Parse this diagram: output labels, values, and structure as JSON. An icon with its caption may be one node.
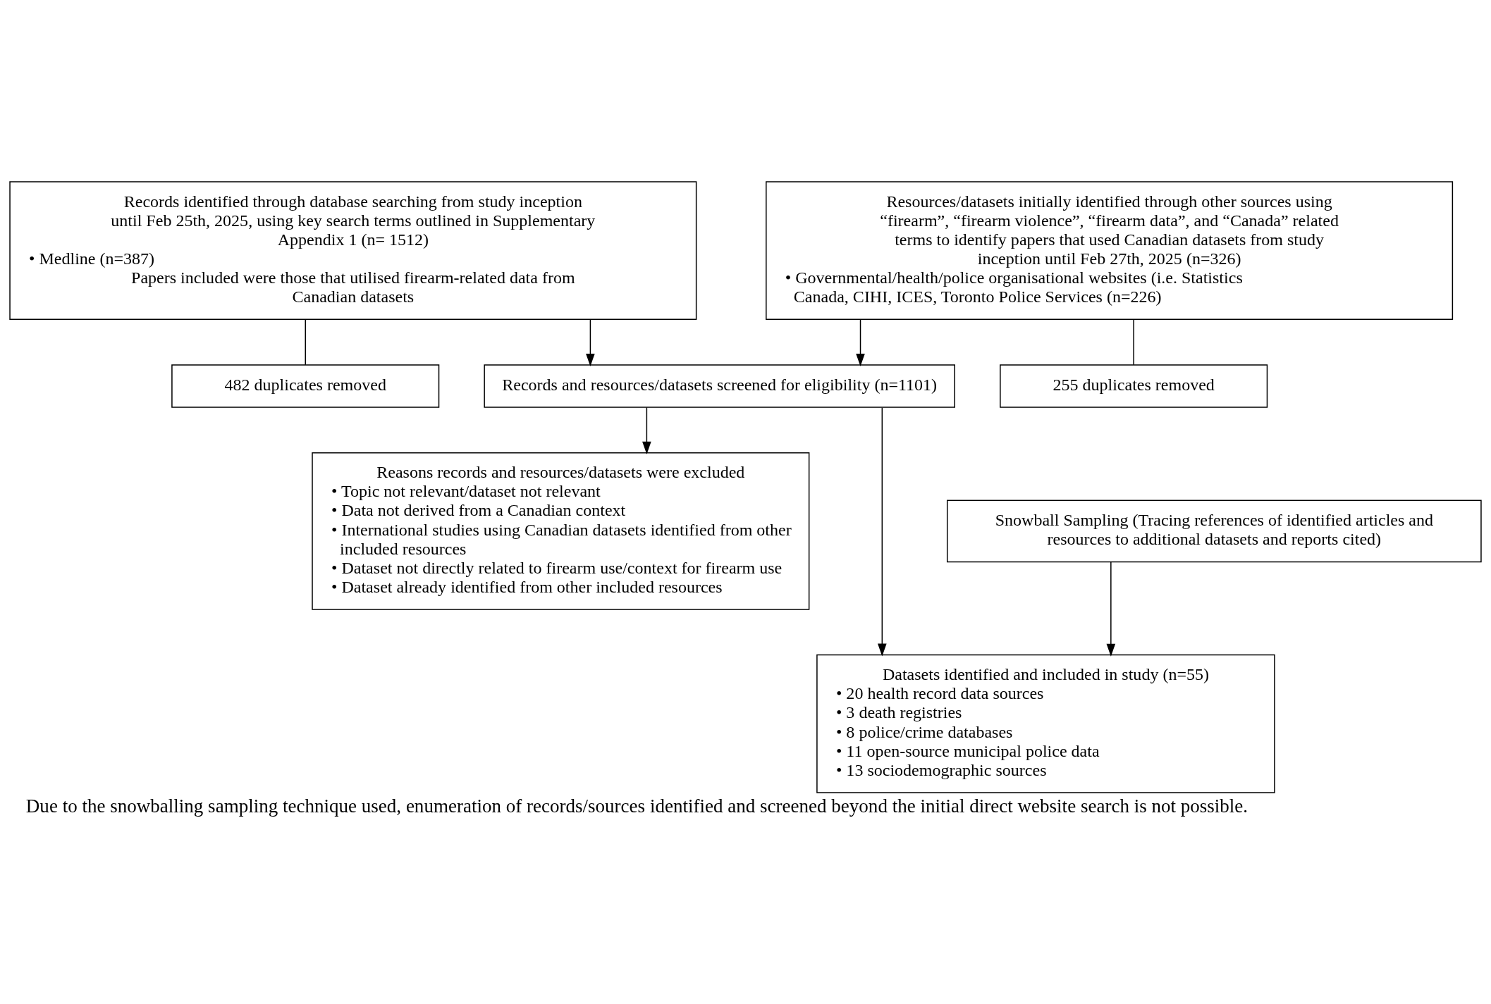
{
  "diagram": {
    "caption": "Due to the snowballing sampling technique used, enumeration of records/sources identified and screened beyond the initial direct website search is not possible.",
    "nodes": [
      {
        "text": [
          "Records identified through database searching from study inception until Feb 25th, 2025, using key search terms outlined in Supplementary Appendix 1 (n= 1512)",
          "• Medline (n=387)",
          "Papers included were those that utilised firearm-related data from Canadian datasets"
        ]
      },
      {
        "text": [
          "Resources/datasets initially identified through other sources using “firearm”, “firearm violence”, “firearm data”, and “Canada” related terms to identify papers that used Canadian datasets from study inception until Feb 27th, 2025 (n=326)",
          "• Governmental/health/police organisational websites (i.e. Statistics Canada, CIHI, ICES, Toronto Police Services (n=226)"
        ]
      },
      {
        "text": [
          "482 duplicates removed"
        ]
      },
      {
        "text": [
          "255 duplicates removed"
        ]
      },
      {
        "text": [
          "Records and resources/datasets screened for eligibility (n=1101)"
        ]
      },
      {
        "text": [
          "Snowball Sampling (Tracing references of identified articles and resources to additional datasets and reports cited)"
        ]
      },
      {
        "text": [
          "Reasons records and resources/datasets were excluded",
          "• Topic not relevant/dataset not relevant",
          "• Data not derived from a Canadian context",
          "• International studies using Canadian datasets identified from other included resources",
          "• Dataset not directly related to firearm use/context for firearm use",
          "• Dataset already identified from other included resources"
        ]
      },
      {
        "text": [
          "Datasets identified and included in study (n=55)",
          "• 20 health record data sources",
          "• 3 death registries",
          "• 8 police/crime databases",
          "• 11 open-source municipal police data",
          "• 13 sociodemographic sources"
        ]
      }
    ],
    "edges": [
      {
        "from": 0,
        "to": 2,
        "arrow": "none"
      },
      {
        "from": 1,
        "to": 3,
        "arrow": "none"
      },
      {
        "from": 0,
        "to": 4,
        "arrow": "to"
      },
      {
        "from": 1,
        "to": 4,
        "arrow": "to"
      },
      {
        "from": 4,
        "to": 6,
        "arrow": "to"
      },
      {
        "from": 5,
        "to": 7,
        "arrow": "to"
      },
      {
        "from": 4,
        "to": 7,
        "arrow": "to"
      }
    ]
  }
}
